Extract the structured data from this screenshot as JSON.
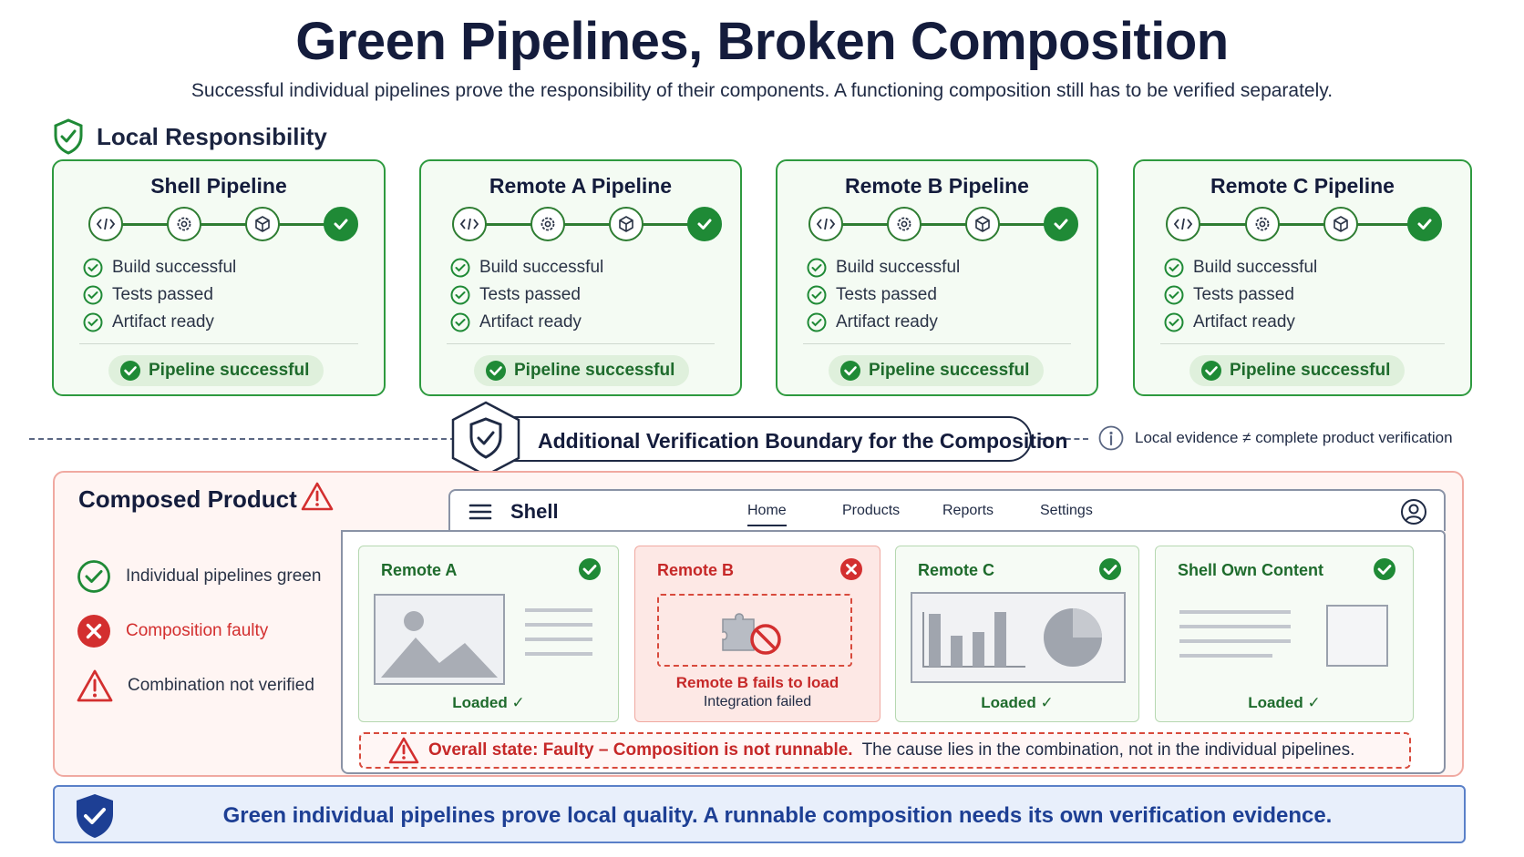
{
  "title": "Green Pipelines, Broken Composition",
  "subtitle": "Successful individual pipelines prove the responsibility of their components. A functioning composition still has to be verified separately.",
  "local_section": {
    "label": "Local Responsibility"
  },
  "pipelines": [
    {
      "title": "Shell Pipeline",
      "checks": [
        "Build successful",
        "Tests passed",
        "Artifact ready"
      ],
      "status": "Pipeline successful"
    },
    {
      "title": "Remote A Pipeline",
      "checks": [
        "Build successful",
        "Tests passed",
        "Artifact ready"
      ],
      "status": "Pipeline successful"
    },
    {
      "title": "Remote B Pipeline",
      "checks": [
        "Build successful",
        "Tests passed",
        "Artifact ready"
      ],
      "status": "Pipeline successful"
    },
    {
      "title": "Remote C Pipeline",
      "checks": [
        "Build successful",
        "Tests passed",
        "Artifact ready"
      ],
      "status": "Pipeline successful"
    }
  ],
  "boundary": {
    "label": "Additional Verification Boundary for the Composition",
    "note": "Local evidence ≠ complete product verification"
  },
  "composed": {
    "title": "Composed Product",
    "legend": [
      "Individual pipelines green",
      "Composition faulty",
      "Combination not verified"
    ],
    "shell": {
      "name": "Shell",
      "nav": [
        "Home",
        "Products",
        "Reports",
        "Settings"
      ]
    },
    "tiles": [
      {
        "title": "Remote A",
        "status_text": "Loaded ✓"
      },
      {
        "title": "Remote B",
        "fail_text": "Remote B fails to load",
        "fail_sub": "Integration failed"
      },
      {
        "title": "Remote C",
        "status_text": "Loaded ✓"
      },
      {
        "title": "Shell Own Content",
        "status_text": "Loaded ✓"
      }
    ],
    "overall_strong": "Overall state: Faulty – Composition is not runnable.",
    "overall_rest": "The cause lies in the combination, not in the individual pipelines."
  },
  "banner": "Green individual pipelines prove local quality. A runnable composition needs its own verification evidence.",
  "colors": {
    "success": "#1f8a36",
    "error": "#d32f2f",
    "navy": "#141c3c",
    "banner_blue": "#1d3f94"
  }
}
